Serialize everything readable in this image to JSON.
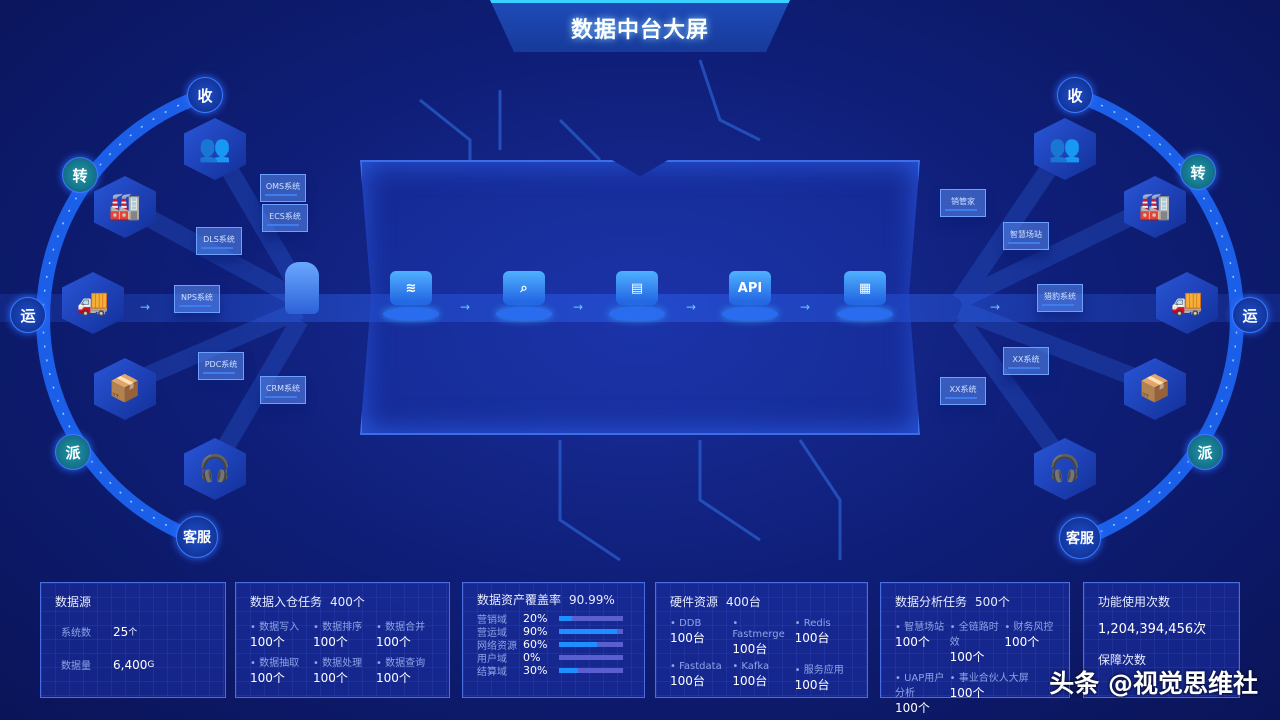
{
  "title": "数据中台大屏",
  "left_ring": {
    "labels": [
      "收",
      "转",
      "运",
      "派",
      "客服"
    ],
    "nodes": [
      "people-icon",
      "warehouse-icon",
      "truck-icon",
      "courier-icon",
      "agent-icon"
    ],
    "systems": [
      "OMS系统",
      "ECS系统",
      "DLS系统",
      "NPS系统",
      "PDC系统",
      "CRM系统"
    ]
  },
  "right_ring": {
    "labels": [
      "收",
      "转",
      "运",
      "派",
      "客服"
    ],
    "nodes": [
      "people-icon",
      "warehouse-icon",
      "truck-icon",
      "courier-icon",
      "agent-icon"
    ],
    "systems": [
      "销管家",
      "智慧场站",
      "猎豹系统",
      "XX系统",
      "XX系统"
    ]
  },
  "pipeline": {
    "stages": [
      "storage",
      "search",
      "analysis",
      "API",
      "servers"
    ],
    "api_label": "API"
  },
  "panels": {
    "source": {
      "title": "数据源",
      "items": [
        {
          "label": "系统数",
          "value": "25",
          "unit": "个"
        },
        {
          "label": "数据量",
          "value": "6,400",
          "unit": "G"
        }
      ]
    },
    "ingest": {
      "title": "数据入仓任务",
      "total": "400个",
      "items": [
        {
          "label": "数据写入",
          "value": "100个"
        },
        {
          "label": "数据排序",
          "value": "100个"
        },
        {
          "label": "数据合并",
          "value": "100个"
        },
        {
          "label": "数据抽取",
          "value": "100个"
        },
        {
          "label": "数据处理",
          "value": "100个"
        },
        {
          "label": "数据查询",
          "value": "100个"
        }
      ]
    },
    "coverage": {
      "title": "数据资产覆盖率",
      "total": "90.99%",
      "items": [
        {
          "label": "营销域",
          "value": "20%",
          "pct": 20
        },
        {
          "label": "营运域",
          "value": "90%",
          "pct": 90
        },
        {
          "label": "网络资源",
          "value": "60%",
          "pct": 60
        },
        {
          "label": "用户域",
          "value": "0%",
          "pct": 0
        },
        {
          "label": "结算域",
          "value": "30%",
          "pct": 30
        }
      ]
    },
    "hardware": {
      "title": "硬件资源",
      "total": "400台",
      "items": [
        {
          "label": "DDB",
          "value": "100台"
        },
        {
          "label": "Fastmerge",
          "value": "100台"
        },
        {
          "label": "Redis",
          "value": "100台"
        },
        {
          "label": "Fastdata",
          "value": "100台"
        },
        {
          "label": "Kafka",
          "value": "100台"
        },
        {
          "label": "服务应用",
          "value": "100台"
        }
      ]
    },
    "analysis": {
      "title": "数据分析任务",
      "total": "500个",
      "items": [
        {
          "label": "智慧场站",
          "value": "100个"
        },
        {
          "label": "全链路时效",
          "value": "100个"
        },
        {
          "label": "财务风控",
          "value": "100个"
        },
        {
          "label": "UAP用户分析",
          "value": "100个"
        },
        {
          "label": "事业合伙人大屏",
          "value": "100个"
        }
      ]
    },
    "usage": {
      "title": "功能使用次数",
      "value": "1,204,394,456次",
      "sub_title": "保障次数"
    }
  },
  "watermark": "头条 @视觉思维社",
  "colors": {
    "background": "#0f1f7a",
    "accent": "#1e8fff",
    "ring": "#1f6bff"
  }
}
